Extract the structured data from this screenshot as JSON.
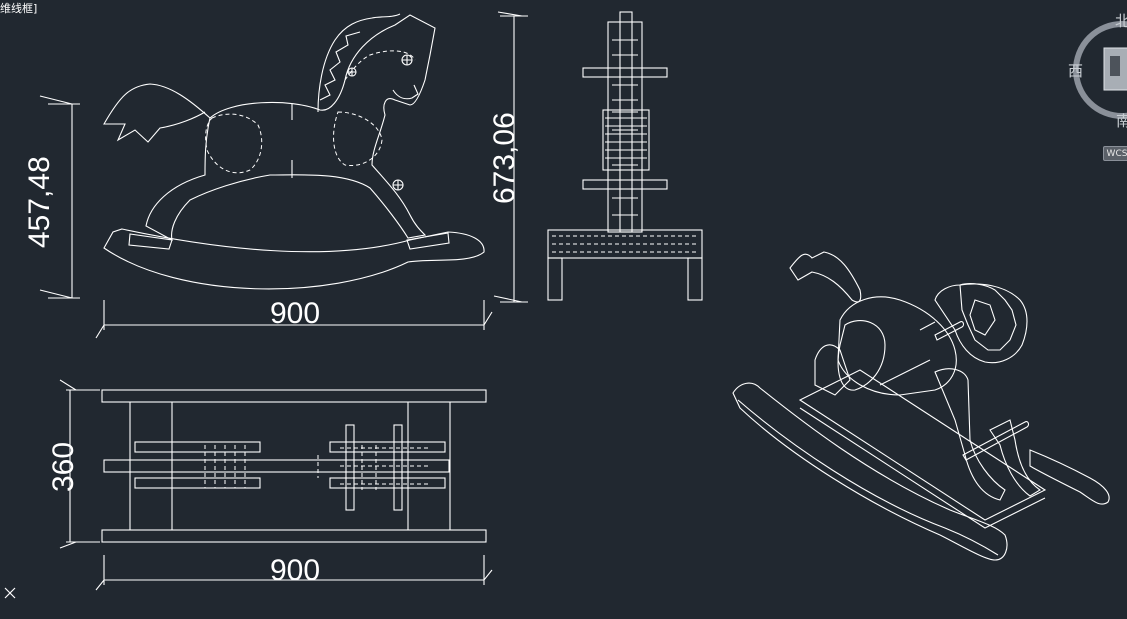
{
  "viewport": {
    "label": "维线框]"
  },
  "dimensions": {
    "side_height": "457,48",
    "total_height": "673,06",
    "side_width": "900",
    "top_depth": "360",
    "top_width": "900"
  },
  "viewcube": {
    "north": "北",
    "west": "西",
    "south": "南",
    "wcs_label": "WCS"
  },
  "colors": {
    "background": "#212830",
    "linework": "#ffffff"
  }
}
